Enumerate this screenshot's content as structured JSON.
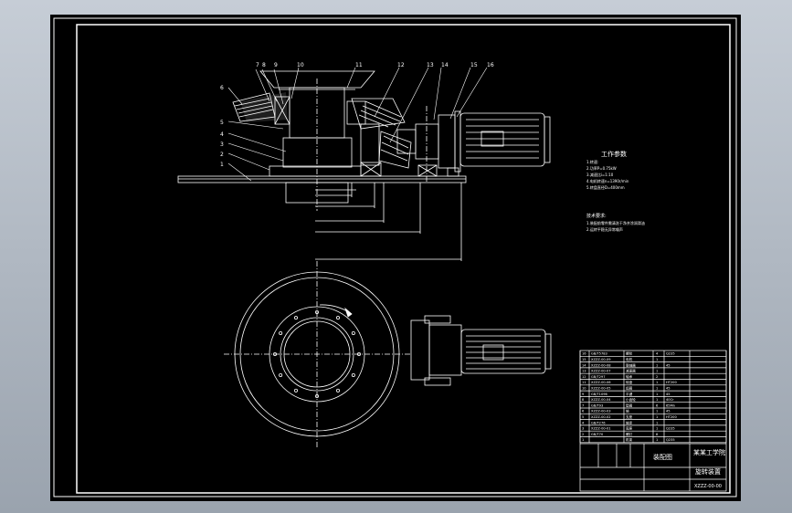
{
  "drawing": {
    "part_numbers": [
      "1",
      "2",
      "3",
      "4",
      "5",
      "6",
      "7",
      "8",
      "9",
      "10",
      "11",
      "12",
      "13",
      "14",
      "15",
      "16"
    ],
    "tech_title": "工作参数",
    "tech_lines": [
      "1.转速:",
      "2.功率P=0.75kW",
      "3.减速比i=1:10",
      "4.电机转速n=1390r/min",
      "5.转盘直径D=400mm"
    ],
    "req_title": "技术要求:",
    "req_lines": [
      "1.装配前零件需清洗干净并涂润滑油",
      "2.运转平稳无异常噪声"
    ],
    "title_block": {
      "design_unit": "某某工学院",
      "drawing_name": "旋转装置",
      "drawing_label": "装配图",
      "drawing_no": "XZZZ-00-00",
      "rows": [
        [
          "16",
          "GB/T5783",
          "螺栓",
          "4",
          "Q235"
        ],
        [
          "15",
          "XZZZ-00-09",
          "电机",
          "1",
          ""
        ],
        [
          "14",
          "XZZZ-00-08",
          "联轴器",
          "1",
          "45"
        ],
        [
          "13",
          "XZZZ-00-07",
          "减速器",
          "1",
          ""
        ],
        [
          "12",
          "GB/T297",
          "轴承",
          "2",
          ""
        ],
        [
          "11",
          "XZZZ-00-06",
          "转盘",
          "1",
          "HT200"
        ],
        [
          "10",
          "XZZZ-00-05",
          "齿圈",
          "1",
          "45"
        ],
        [
          "9",
          "GB/T1096",
          "平键",
          "1",
          "45"
        ],
        [
          "8",
          "XZZZ-00-04",
          "小齿轮",
          "1",
          "40Cr"
        ],
        [
          "7",
          "GB/T93",
          "垫圈",
          "6",
          "65Mn"
        ],
        [
          "6",
          "XZZZ-00-03",
          "轴",
          "1",
          "45"
        ],
        [
          "5",
          "XZZZ-00-02",
          "支座",
          "1",
          "HT200"
        ],
        [
          "4",
          "GB/T276",
          "轴承",
          "1",
          ""
        ],
        [
          "3",
          "XZZZ-00-01",
          "底座",
          "1",
          "Q235"
        ],
        [
          "2",
          "GB/T70",
          "螺钉",
          "8",
          ""
        ],
        [
          "1",
          "",
          "机架",
          "1",
          "Q235"
        ]
      ]
    }
  }
}
